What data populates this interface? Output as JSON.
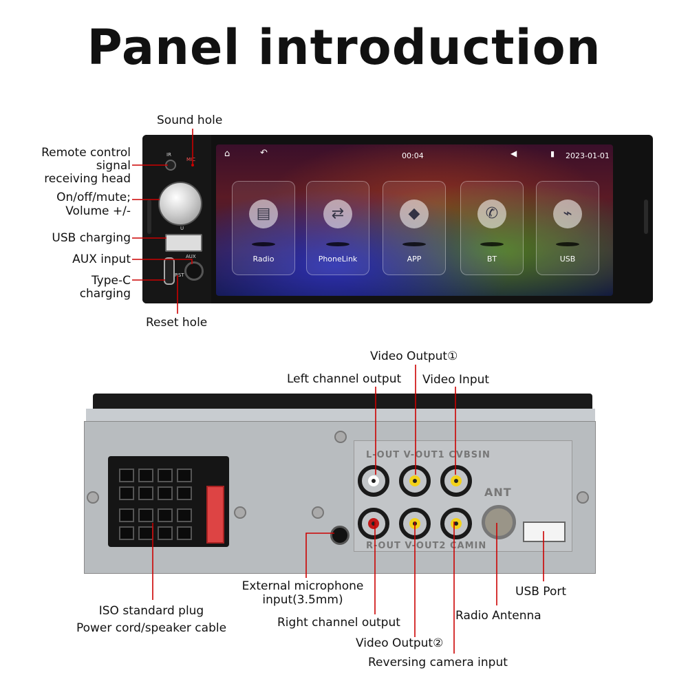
{
  "title": "Panel introduction",
  "front": {
    "labels": {
      "sound_hole": "Sound hole",
      "remote_1": "Remote control",
      "remote_2": "signal",
      "remote_3": "receiving head",
      "onoff_1": "On/off/mute;",
      "onoff_2": "Volume +/-",
      "usb_charging": "USB charging",
      "aux_input": "AUX input",
      "typec_1": "Type-C",
      "typec_2": "charging",
      "reset_hole": "Reset hole"
    },
    "panel_marks": {
      "ir": "IR",
      "mic": "MIC",
      "u": "U",
      "rst": "RST",
      "aux": "AUX"
    },
    "screen": {
      "time": "00:04",
      "date": "2023-01-01",
      "home_icon": "home-icon",
      "back_icon": "back-icon",
      "volume_icon": "volume-icon",
      "battery_icon": "battery-icon",
      "apps": [
        {
          "label": "Radio",
          "icon": "radio-icon",
          "glyph": "📻"
        },
        {
          "label": "PhoneLink",
          "icon": "link-icon",
          "glyph": "⇄"
        },
        {
          "label": "APP",
          "icon": "apps-icon",
          "glyph": "◆"
        },
        {
          "label": "BT",
          "icon": "phone-icon",
          "glyph": "✆"
        },
        {
          "label": "USB",
          "icon": "usb-icon",
          "glyph": "⌁"
        }
      ]
    }
  },
  "rear": {
    "labels": {
      "video_out1": "Video Output①",
      "left_channel": "Left channel output",
      "video_input": "Video Input",
      "ext_mic_1": "External microphone",
      "ext_mic_2": "input(3.5mm)",
      "usb_port": "USB Port",
      "iso_1": "ISO standard plug",
      "iso_2": "Power cord/speaker cable",
      "right_channel": "Right channel output",
      "radio_antenna": "Radio Antenna",
      "video_out2": "Video Output②",
      "reversing": "Reversing camera input"
    },
    "silkscreen": {
      "top": "L-OUT V-OUT1 CVBSIN",
      "ant": "ANT",
      "bottom": "R-OUT V-OUT2 CAMIN"
    },
    "colors": {
      "line": "#cc0000",
      "rca_red": "#c21818",
      "rca_yellow": "#f3d21a",
      "rca_white": "#ffffff"
    }
  }
}
